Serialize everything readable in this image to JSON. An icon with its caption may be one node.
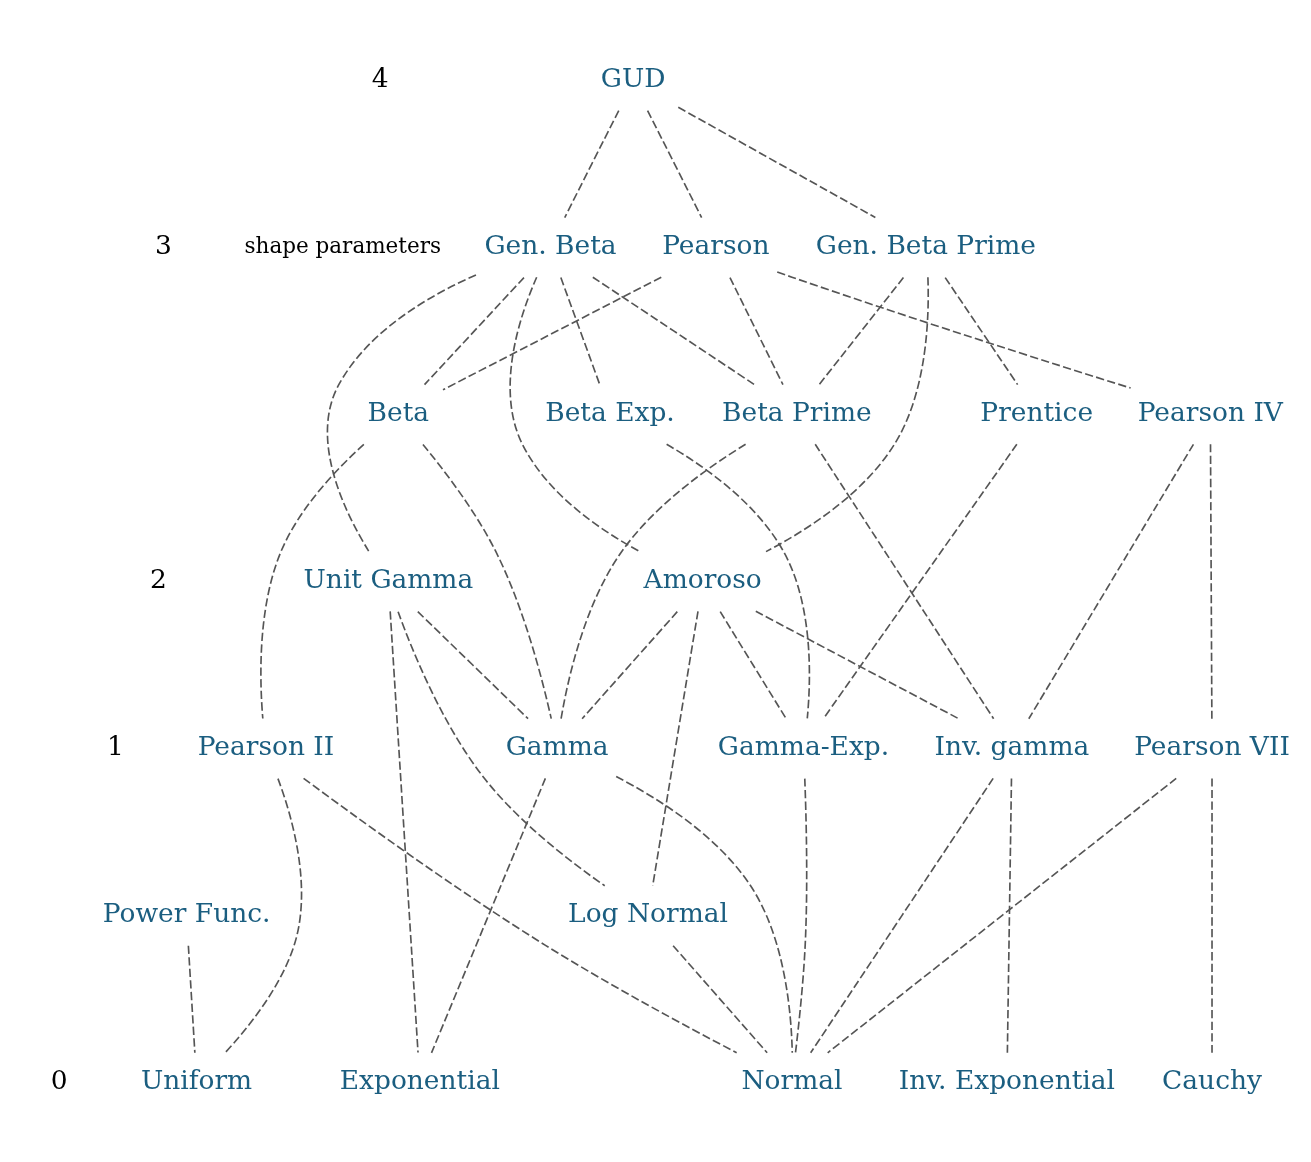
{
  "diagram": {
    "nodes": [
      {
        "text": [
          "GUD"
        ]
      },
      {
        "text": [
          "Gen. Beta"
        ]
      },
      {
        "text": [
          "Pearson"
        ]
      },
      {
        "text": [
          "Gen. Beta Prime"
        ]
      },
      {
        "text": [
          "Beta"
        ]
      },
      {
        "text": [
          "Beta Exp."
        ]
      },
      {
        "text": [
          "Beta Prime"
        ]
      },
      {
        "text": [
          "Prentice"
        ]
      },
      {
        "text": [
          "Pearson IV"
        ]
      },
      {
        "text": [
          "Unit Gamma"
        ]
      },
      {
        "text": [
          "Amoroso"
        ]
      },
      {
        "text": [
          "Pearson II"
        ]
      },
      {
        "text": [
          "Gamma"
        ]
      },
      {
        "text": [
          "Gamma-Exp."
        ]
      },
      {
        "text": [
          "Inv. gamma"
        ]
      },
      {
        "text": [
          "Pearson VII"
        ]
      },
      {
        "text": [
          "Power Func."
        ]
      },
      {
        "text": [
          "Log Normal"
        ]
      },
      {
        "text": [
          "Uniform"
        ]
      },
      {
        "text": [
          "Exponential"
        ]
      },
      {
        "text": [
          "Normal"
        ]
      },
      {
        "text": [
          "Inv. Exponential"
        ]
      },
      {
        "text": [
          "Cauchy"
        ]
      }
    ],
    "edges": [
      {
        "from": 0,
        "to": 1,
        "arrow": "none",
        "style": "dashed"
      },
      {
        "from": 0,
        "to": 2,
        "arrow": "none",
        "style": "dashed"
      },
      {
        "from": 0,
        "to": 3,
        "arrow": "none",
        "style": "dashed"
      },
      {
        "from": 1,
        "to": 4,
        "arrow": "none",
        "style": "dashed"
      },
      {
        "from": 1,
        "to": 9,
        "arrow": "none",
        "style": "dashed"
      },
      {
        "from": 1,
        "to": 5,
        "arrow": "none",
        "style": "dashed"
      },
      {
        "from": 1,
        "to": 10,
        "arrow": "none",
        "style": "dashed"
      },
      {
        "from": 1,
        "to": 6,
        "arrow": "none",
        "style": "dashed"
      },
      {
        "from": 2,
        "to": 4,
        "arrow": "none",
        "style": "dashed"
      },
      {
        "from": 2,
        "to": 6,
        "arrow": "none",
        "style": "dashed"
      },
      {
        "from": 2,
        "to": 8,
        "arrow": "none",
        "style": "dashed"
      },
      {
        "from": 3,
        "to": 6,
        "arrow": "none",
        "style": "dashed"
      },
      {
        "from": 3,
        "to": 10,
        "arrow": "none",
        "style": "dashed"
      },
      {
        "from": 3,
        "to": 7,
        "arrow": "none",
        "style": "dashed"
      },
      {
        "from": 4,
        "to": 11,
        "arrow": "none",
        "style": "dashed"
      },
      {
        "from": 4,
        "to": 12,
        "arrow": "none",
        "style": "dashed"
      },
      {
        "from": 5,
        "to": 13,
        "arrow": "none",
        "style": "dashed"
      },
      {
        "from": 6,
        "to": 12,
        "arrow": "none",
        "style": "dashed"
      },
      {
        "from": 6,
        "to": 14,
        "arrow": "none",
        "style": "dashed"
      },
      {
        "from": 7,
        "to": 13,
        "arrow": "none",
        "style": "dashed"
      },
      {
        "from": 8,
        "to": 14,
        "arrow": "none",
        "style": "dashed"
      },
      {
        "from": 8,
        "to": 15,
        "arrow": "none",
        "style": "dashed"
      },
      {
        "from": 9,
        "to": 19,
        "arrow": "none",
        "style": "dashed"
      },
      {
        "from": 9,
        "to": 12,
        "arrow": "none",
        "style": "dashed"
      },
      {
        "from": 9,
        "to": 17,
        "arrow": "none",
        "style": "dashed"
      },
      {
        "from": 10,
        "to": 12,
        "arrow": "none",
        "style": "dashed"
      },
      {
        "from": 10,
        "to": 17,
        "arrow": "none",
        "style": "dashed"
      },
      {
        "from": 10,
        "to": 13,
        "arrow": "none",
        "style": "dashed"
      },
      {
        "from": 10,
        "to": 14,
        "arrow": "none",
        "style": "dashed"
      },
      {
        "from": 11,
        "to": 18,
        "arrow": "none",
        "style": "dashed"
      },
      {
        "from": 11,
        "to": 20,
        "arrow": "none",
        "style": "dashed"
      },
      {
        "from": 12,
        "to": 19,
        "arrow": "none",
        "style": "dashed"
      },
      {
        "from": 12,
        "to": 20,
        "arrow": "none",
        "style": "dashed"
      },
      {
        "from": 13,
        "to": 20,
        "arrow": "none",
        "style": "dashed"
      },
      {
        "from": 14,
        "to": 20,
        "arrow": "none",
        "style": "dashed"
      },
      {
        "from": 14,
        "to": 21,
        "arrow": "none",
        "style": "dashed"
      },
      {
        "from": 15,
        "to": 20,
        "arrow": "none",
        "style": "dashed"
      },
      {
        "from": 15,
        "to": 22,
        "arrow": "none",
        "style": "dashed"
      },
      {
        "from": 16,
        "to": 18,
        "arrow": "none",
        "style": "dashed"
      },
      {
        "from": 17,
        "to": 20,
        "arrow": "none",
        "style": "dashed"
      }
    ],
    "labels": [
      "4",
      "shape parameters",
      "3",
      "2",
      "1",
      "0"
    ]
  }
}
